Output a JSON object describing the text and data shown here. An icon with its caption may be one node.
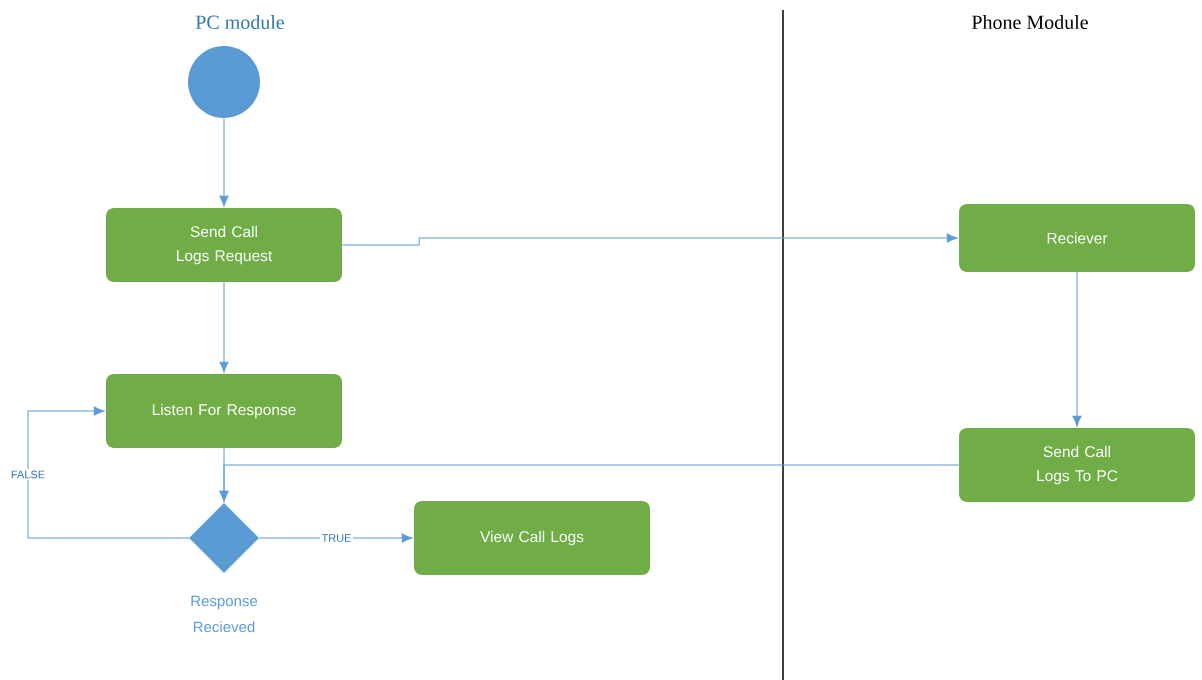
{
  "diagram": {
    "nodes": [
      {
        "text": [],
        "shape": "circle"
      },
      {
        "text": [
          "Send Call Logs Request"
        ]
      },
      {
        "text": [
          "Listen For Response"
        ]
      },
      {
        "text": [
          "Response Recieved"
        ]
      },
      {
        "text": [
          "View Call Logs"
        ]
      },
      {
        "text": [
          "Reciever"
        ]
      },
      {
        "text": [
          "Send Call Logs To PC"
        ]
      }
    ],
    "edges": [
      {
        "from": 0,
        "to": 1,
        "arrow": "to"
      },
      {
        "from": 1,
        "to": 5,
        "arrow": "to"
      },
      {
        "from": 1,
        "to": 2,
        "arrow": "to"
      },
      {
        "from": 2,
        "to": 3,
        "arrow": "to"
      },
      {
        "from": 3,
        "to": 4,
        "arrow": "to",
        "label": "TRUE"
      },
      {
        "from": 3,
        "to": 2,
        "arrow": "to",
        "label": "FALSE"
      },
      {
        "from": 5,
        "to": 6,
        "arrow": "to"
      },
      {
        "from": 6,
        "to": 3,
        "arrow": "to"
      }
    ],
    "labels": [
      "PC module",
      "Phone Module"
    ]
  }
}
